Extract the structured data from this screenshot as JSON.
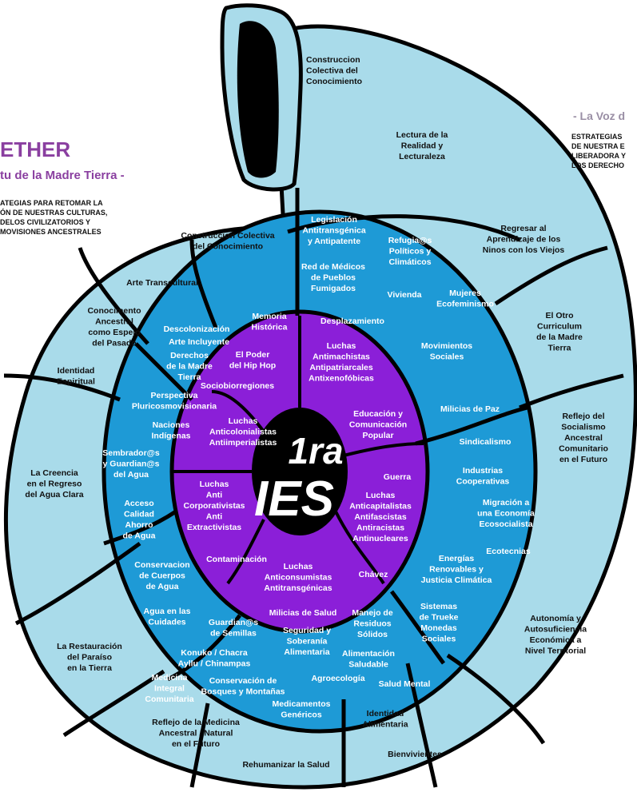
{
  "colors": {
    "outer_fill": "#a9dbea",
    "middle_fill": "#1e9ad6",
    "inner_fill": "#8b1fd8",
    "divider": "#000000",
    "title_purple": "#8a3fa0"
  },
  "left_header": {
    "title": "ETHER",
    "subtitle": "tu de la Madre Tierra -",
    "lines": [
      "ATEGIAS PARA RETOMAR LA",
      "ÓN DE NUESTRAS CULTURAS,",
      "DELOS CIVILIZATORIOS Y",
      "MOVISIONES ANCESTRALES"
    ]
  },
  "right_header": {
    "subtitle": "- La Voz d",
    "lines": [
      "ESTRATEGIAS",
      "DE NUESTRA E",
      "LIBERADORA Y",
      "LOS DERECHO"
    ]
  },
  "center": {
    "line1": "1ra",
    "line2": "IES"
  },
  "outer_ring": {
    "construccion_top": "Construccion Colectiva del Conocimiento",
    "lectura": "Lectura de la Realidad y Lecturaleza",
    "regresar": "Regresar al Aprendizaje de los Ninos con los Viejos",
    "otro_curriculum": "El Otro Curriculum de la Madre Tierra",
    "reflejo_socialismo": "Reflejo del Socialismo Ancestral Comunitario en el Futuro",
    "autonomia": "Autonomía y Autosuficiencia Económica a Nivel Territorial",
    "bienvivientes": "Bienvivientes",
    "identidad_alimentaria": "Identidad Alimentaria",
    "rehumanizar": "Rehumanizar la Salud",
    "reflejo_medicina": "Reflejo de la Medicina Ancestral / Natural en el Futuro",
    "restauracion": "La Restauración del Paraíso en la Tierra",
    "creencia": "La Creencia en el Regreso del Agua Clara",
    "identidad_espiritual": "Identidad Espiritual",
    "conocimiento_ancestral": "Conocimento Ancestral como Espejo del Pasado",
    "arte_transcultural": "Arte Transcultural",
    "construccion_left": "Construccion Colectiva del Conocimiento"
  },
  "middle_ring": {
    "legislacion": "Legislación Antitransgénica y Antipatente",
    "refugiados": "Refugia@s Políticos y Climáticos",
    "red_medicos": "Red de Médicos de Pueblos Fumigados",
    "vivienda": "Vivienda",
    "mujeres": "Mujeres Ecofeminismo",
    "desplazamiento": "Desplazamiento",
    "movimientos": "Movimientos Sociales",
    "milicias_paz": "Milicias de Paz",
    "sindicalismo": "Sindicalismo",
    "industrias": "Industrias Cooperativas",
    "migracion": "Migración a una Economía Ecosocialista",
    "ecotecnias": "Ecotecnias",
    "energias": "Energías Renovables y Justicia Climática",
    "sistemas_trueke": "Sistemas de Trueke Monedas Sociales",
    "manejo_residuos": "Manejo de Residuos Sólidos",
    "alimentacion": "Alimentación Saludable",
    "salud_mental": "Salud Mental",
    "agroecologia": "Agroecología",
    "medicamentos": "Medicamentos Genéricos",
    "conservacion_bosques": "Conservación de Bosques y Montañas",
    "soberania": "Seguridad y Soberanía Alimentaria",
    "konuko": "Konuko / Chacra Ayllu / Chinampas",
    "medicina_integral": "Medicina Integral Comunitaria",
    "guardianes_semillas": "Guardian@s de Semillas",
    "milicias_salud": "Milicias de Salud",
    "agua_cuidades": "Agua en las Cuidades",
    "conservacion_agua": "Conservacion de Cuerpos de Agua",
    "acceso_agua": "Acceso Calidad Ahorro de Agua",
    "sembradores": "Sembrador@s y Guardian@s del Agua",
    "naciones": "Naciones Indígenas",
    "perspectiva": "Perspectiva Pluricosmovisionaria",
    "sociobiorregiones": "Sociobiorregiones",
    "derechos": "Derechos de la Madre Tierra",
    "poder_hiphop": "El Poder del Hip Hop",
    "arte_incluyente": "Arte Incluyente",
    "descolonizacion": "Descolonización",
    "memoria": "Memoria Histórica"
  },
  "inner_ring": {
    "antimachistas": "Luchas Antimachistas Antipatriarcales Antixenofóbicas",
    "educacion": "Educación y Comunicación Popular",
    "guerra": "Guerra",
    "anticapitalistas": "Luchas Anticapitalistas Antifascistas Antiracistas Antinucleares",
    "chavez": "Chávez",
    "anticonsumistas": "Luchas Anticonsumistas Antitransgénicas",
    "contaminacion": "Contaminación",
    "anticorporativistas": "Luchas Anti Corporativistas Anti Extractivistas",
    "anticolonialistas": "Luchas Anticolonialistas Antiimperialistas"
  }
}
